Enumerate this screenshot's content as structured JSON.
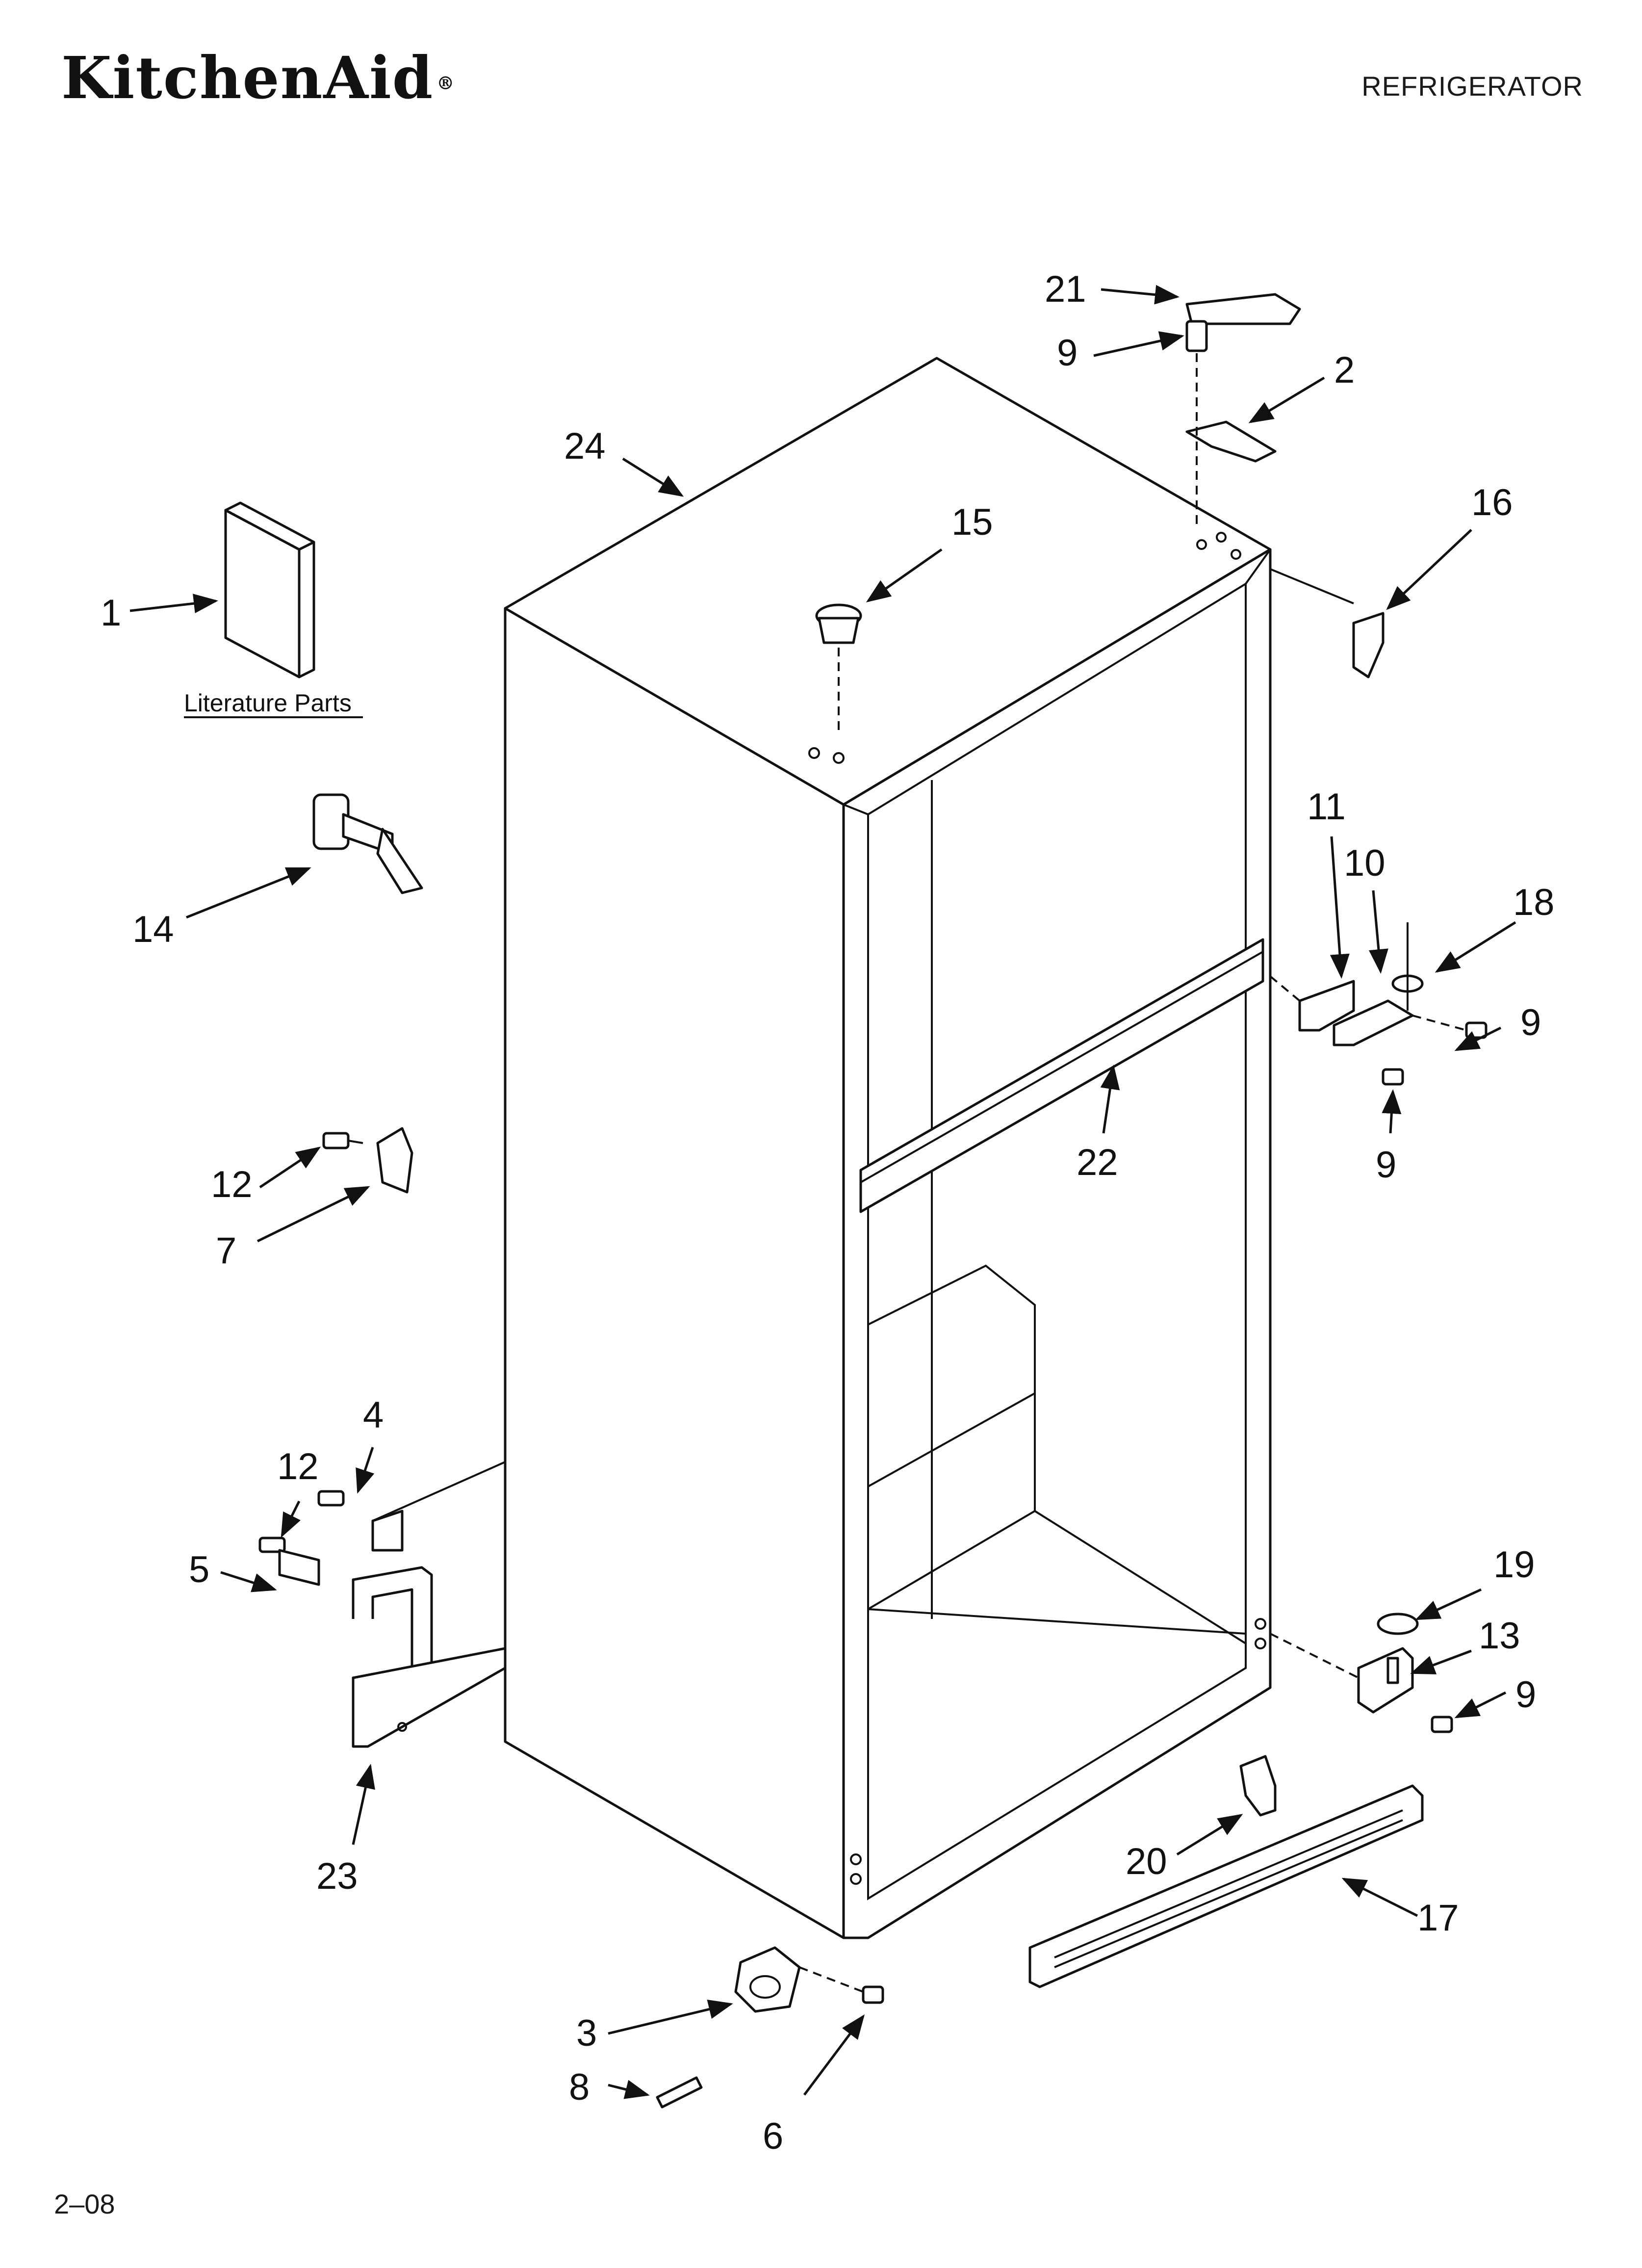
{
  "header": {
    "brand": "KitchenAid",
    "brand_mark": "®",
    "document_type": "REFRIGERATOR"
  },
  "footer": {
    "code": "2–08"
  },
  "diagram": {
    "literature_caption": "Literature Parts",
    "callouts": [
      "21",
      "9",
      "2",
      "24",
      "15",
      "16",
      "1",
      "14",
      "11",
      "10",
      "18",
      "9",
      "22",
      "9",
      "12",
      "7",
      "4",
      "12",
      "5",
      "19",
      "13",
      "9",
      "20",
      "17",
      "23",
      "3",
      "8",
      "6"
    ]
  }
}
